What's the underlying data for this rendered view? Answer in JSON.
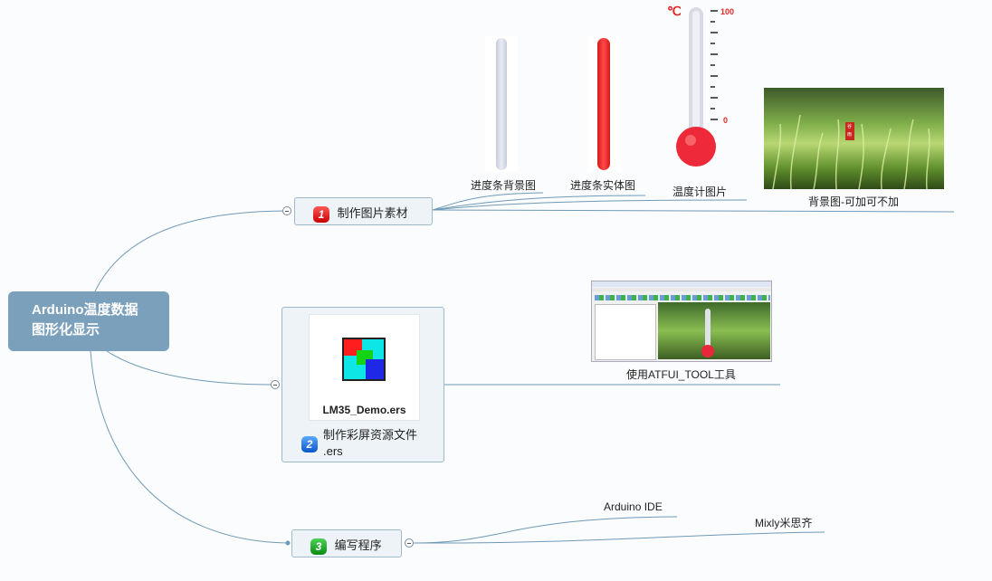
{
  "central": {
    "line1": "Arduino温度数据",
    "line2": "图形化显示"
  },
  "branch1": {
    "number": "1",
    "label": "制作图片素材",
    "children": {
      "progress_bg": "进度条背景图",
      "progress_fill": "进度条实体图",
      "thermo": "温度计图片",
      "background": "背景图-可加可不加"
    },
    "thermo_scale": {
      "unit": "℃",
      "max": "100",
      "min": "0"
    },
    "background_stamp": "谷雨"
  },
  "branch2": {
    "number": "2",
    "label_line1": "制作彩屏资源文件",
    "label_line2": ".ers",
    "file_name": "LM35_Demo.ers",
    "child": "使用ATFUI_TOOL工具"
  },
  "branch3": {
    "number": "3",
    "label": "编写程序",
    "children": {
      "ide": "Arduino IDE",
      "mixly": "Mixly米思齐"
    }
  },
  "colors": {
    "central_bg": "#7aa0bc",
    "node_bg": "#eef3f7",
    "line": "#6e9ab8",
    "progress_fill": "#ee2a2a"
  }
}
